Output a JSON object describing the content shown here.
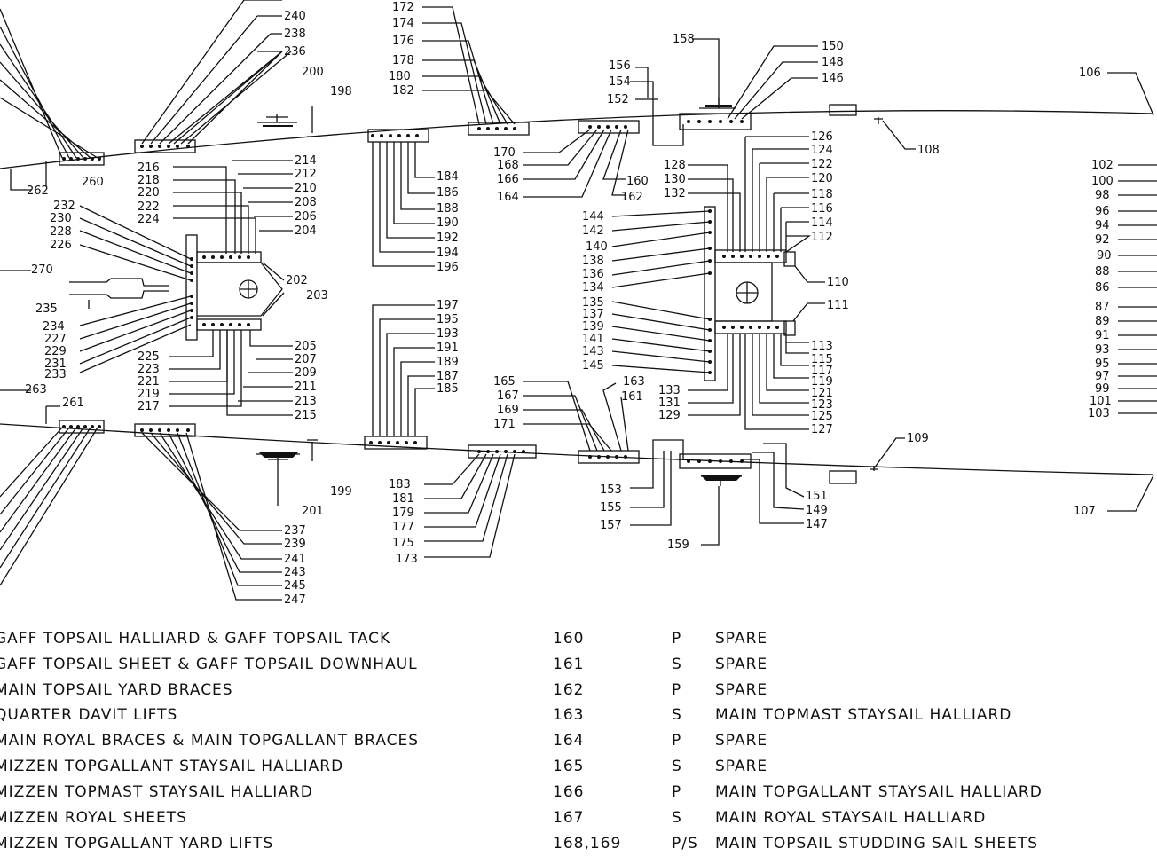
{
  "diagram": {
    "labels": {
      "n100": "100",
      "n101": "101",
      "n102": "102",
      "n103": "103",
      "n106": "106",
      "n107": "107",
      "n108": "108",
      "n109": "109",
      "n110": "110",
      "n111": "111",
      "n112": "112",
      "n113": "113",
      "n114": "114",
      "n115": "115",
      "n116": "116",
      "n117": "117",
      "n118": "118",
      "n119": "119",
      "n120": "120",
      "n121": "121",
      "n122": "122",
      "n123": "123",
      "n124": "124",
      "n125": "125",
      "n126": "126",
      "n127": "127",
      "n128": "128",
      "n129": "129",
      "n130": "130",
      "n131": "131",
      "n132": "132",
      "n133": "133",
      "n134": "134",
      "n135": "135",
      "n136": "136",
      "n137": "137",
      "n138": "138",
      "n139": "139",
      "n140": "140",
      "n141": "141",
      "n142": "142",
      "n143": "143",
      "n144": "144",
      "n145": "145",
      "n146": "146",
      "n147": "147",
      "n148": "148",
      "n149": "149",
      "n150": "150",
      "n151": "151",
      "n152": "152",
      "n153": "153",
      "n154": "154",
      "n155": "155",
      "n156": "156",
      "n157": "157",
      "n158": "158",
      "n159": "159",
      "n160": "160",
      "n161": "161",
      "n162": "162",
      "n163": "163",
      "n164": "164",
      "n165": "165",
      "n166": "166",
      "n167": "167",
      "n168": "168",
      "n169": "169",
      "n170": "170",
      "n171": "171",
      "n172": "172",
      "n173": "173",
      "n174": "174",
      "n175": "175",
      "n176": "176",
      "n177": "177",
      "n178": "178",
      "n179": "179",
      "n180": "180",
      "n181": "181",
      "n182": "182",
      "n183": "183",
      "n184": "184",
      "n185": "185",
      "n186": "186",
      "n187": "187",
      "n188": "188",
      "n189": "189",
      "n190": "190",
      "n191": "191",
      "n192": "192",
      "n193": "193",
      "n194": "194",
      "n195": "195",
      "n196": "196",
      "n197": "197",
      "n198": "198",
      "n199": "199",
      "n200": "200",
      "n201": "201",
      "n202": "202",
      "n203": "203",
      "n204": "204",
      "n205": "205",
      "n206": "206",
      "n207": "207",
      "n208": "208",
      "n209": "209",
      "n210": "210",
      "n211": "211",
      "n212": "212",
      "n213": "213",
      "n214": "214",
      "n215": "215",
      "n216": "216",
      "n217": "217",
      "n218": "218",
      "n219": "219",
      "n220": "220",
      "n221": "221",
      "n222": "222",
      "n223": "223",
      "n224": "224",
      "n225": "225",
      "n226": "226",
      "n227": "227",
      "n228": "228",
      "n229": "229",
      "n230": "230",
      "n231": "231",
      "n232": "232",
      "n233": "233",
      "n234": "234",
      "n235": "235",
      "n236": "236",
      "n237": "237",
      "n238": "238",
      "n239": "239",
      "n240": "240",
      "n241": "241",
      "n243": "243",
      "n245": "245",
      "n247": "247",
      "n260": "260",
      "n261": "261",
      "n262": "262",
      "n263": "263",
      "n270": "270",
      "n86": "86",
      "n87": "87",
      "n88": "88",
      "n89": "89",
      "n90": "90",
      "n91": "91",
      "n92": "92",
      "n93": "93",
      "n94": "94",
      "n95": "95",
      "n96": "96",
      "n97": "97",
      "n98": "98",
      "n99": "99"
    }
  },
  "legend": {
    "rows": [
      {
        "left": "GAFF TOPSAIL HALLIARD & GAFF TOPSAIL TACK",
        "num": "160",
        "side": "P",
        "desc": "SPARE"
      },
      {
        "left": "GAFF TOPSAIL SHEET & GAFF TOPSAIL DOWNHAUL",
        "num": "161",
        "side": "S",
        "desc": "SPARE"
      },
      {
        "left": "MAIN TOPSAIL YARD BRACES",
        "num": "162",
        "side": "P",
        "desc": "SPARE"
      },
      {
        "left": "QUARTER DAVIT LIFTS",
        "num": "163",
        "side": "S",
        "desc": "MAIN TOPMAST STAYSAIL HALLIARD"
      },
      {
        "left": "MAIN ROYAL BRACES & MAIN TOPGALLANT BRACES",
        "num": "164",
        "side": "P",
        "desc": "SPARE"
      },
      {
        "left": "MIZZEN TOPGALLANT STAYSAIL HALLIARD",
        "num": "165",
        "side": "S",
        "desc": "SPARE"
      },
      {
        "left": "MIZZEN TOPMAST STAYSAIL HALLIARD",
        "num": "166",
        "side": "P",
        "desc": "MAIN TOPGALLANT STAYSAIL HALLIARD"
      },
      {
        "left": "MIZZEN ROYAL SHEETS",
        "num": "167",
        "side": "S",
        "desc": "MAIN ROYAL STAYSAIL HALLIARD"
      },
      {
        "left": "MIZZEN TOPGALLANT YARD LIFTS",
        "num": "168,169",
        "side": "P/S",
        "desc": "MAIN TOPSAIL STUDDING SAIL SHEETS"
      }
    ]
  }
}
